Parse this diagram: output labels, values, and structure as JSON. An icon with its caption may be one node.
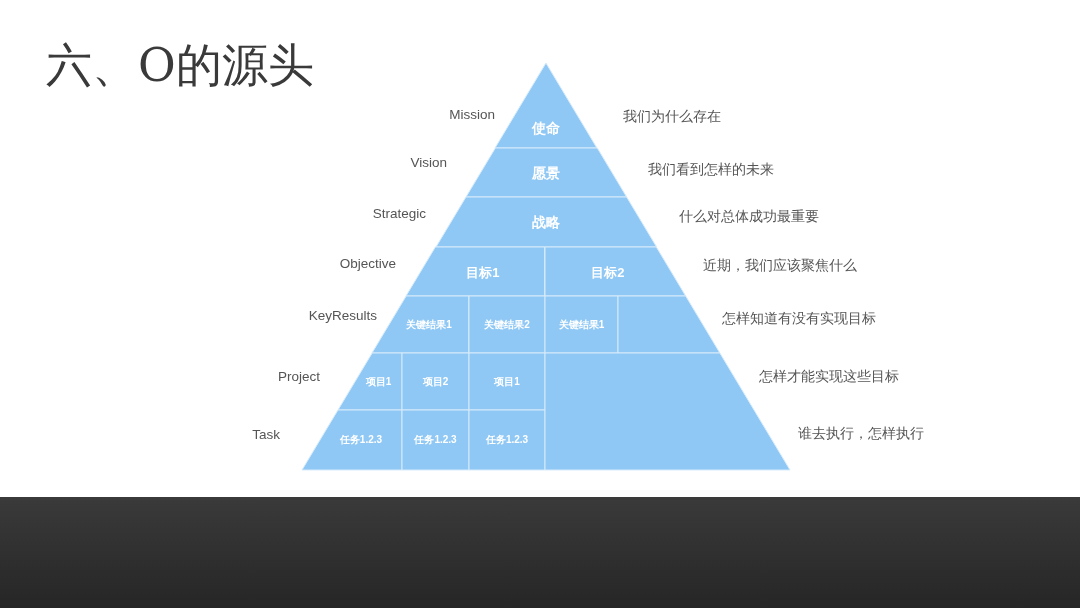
{
  "diagram": {
    "title": "六、O的源头",
    "nodes": [
      {
        "text": [
          "使命"
        ]
      },
      {
        "text": [
          "愿景"
        ]
      },
      {
        "text": [
          "战略"
        ]
      },
      {
        "text": [
          "目标1"
        ]
      },
      {
        "text": [
          "目标2"
        ]
      },
      {
        "text": [
          "关键结果1"
        ]
      },
      {
        "text": [
          "关键结果2"
        ]
      },
      {
        "text": [
          "关键结果1"
        ]
      },
      {
        "text": [],
        "shape": "box"
      },
      {
        "text": [
          "项目1"
        ]
      },
      {
        "text": [
          "项目2"
        ]
      },
      {
        "text": [
          "项目1"
        ]
      },
      {
        "text": [
          "任务1.2.3"
        ]
      },
      {
        "text": [
          "任务1.2.3"
        ]
      },
      {
        "text": [
          "任务1.2.3"
        ]
      },
      {
        "text": [],
        "shape": "box"
      }
    ],
    "labels": [
      "Mission",
      "我们为什么存在",
      "Vision",
      "我们看到怎样的未来",
      "Strategic",
      "什么对总体成功最重要",
      "Objective",
      "近期，我们应该聚焦什么",
      "KeyResults",
      "怎样知道有没有实现目标",
      "Project",
      "怎样才能实现这些目标",
      "Task",
      "谁去执行，怎样执行"
    ]
  }
}
